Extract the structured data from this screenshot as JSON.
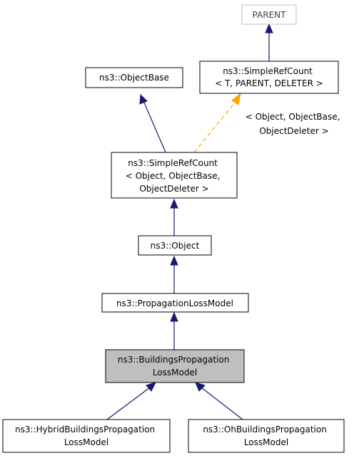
{
  "nodes": {
    "parent": {
      "lines": [
        "PARENT"
      ]
    },
    "simple_ref_count_template": {
      "lines": [
        "ns3::SimpleRefCount",
        "< T, PARENT, DELETER >"
      ]
    },
    "object_base": {
      "lines": [
        "ns3::ObjectBase"
      ]
    },
    "simple_ref_count": {
      "lines": [
        "ns3::SimpleRefCount",
        "< Object, ObjectBase,",
        "ObjectDeleter >"
      ]
    },
    "object": {
      "lines": [
        "ns3::Object"
      ]
    },
    "propagation_loss_model": {
      "lines": [
        "ns3::PropagationLossModel"
      ]
    },
    "buildings_propagation_loss_model": {
      "lines": [
        "ns3::BuildingsPropagation",
        "LossModel"
      ]
    },
    "hybrid_buildings_propagation_loss_model": {
      "lines": [
        "ns3::HybridBuildingsPropagation",
        "LossModel"
      ]
    },
    "oh_buildings_propagation_loss_model": {
      "lines": [
        "ns3::OhBuildingsPropagation",
        "LossModel"
      ]
    }
  },
  "edge_labels": {
    "template_instantiation": {
      "lines": [
        "< Object, ObjectBase,",
        "ObjectDeleter >"
      ]
    }
  },
  "colors": {
    "inheritance_edge": "#191970",
    "template_edge": "#ffa500",
    "current_node_fill": "#bfbfbf",
    "external_node_border": "#bfbfbf"
  }
}
